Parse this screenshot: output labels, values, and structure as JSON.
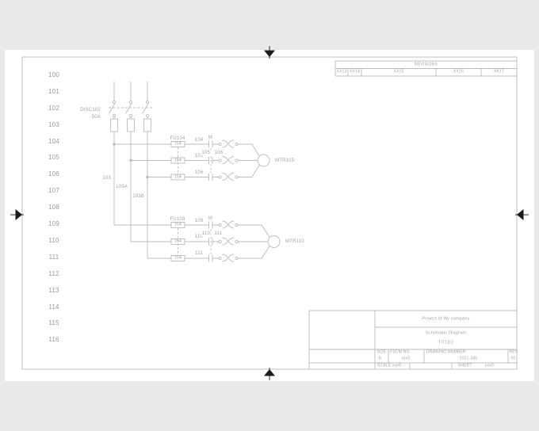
{
  "colors": {
    "canvas_bg": "#e9e9e9",
    "sheet_bg": "#ffffff",
    "line": "#bcbcbc",
    "text": "#a2a2a2",
    "center_mark": "#1c1c1c"
  },
  "rows": [
    "100",
    "101",
    "102",
    "103",
    "104",
    "105",
    "106",
    "107",
    "108",
    "109",
    "110",
    "111",
    "112",
    "113",
    "114",
    "115",
    "116"
  ],
  "revisions": {
    "title": "REVISIONS",
    "cells": [
      "XX13",
      "XX14",
      "XX15",
      "XX16",
      "XX17"
    ]
  },
  "schematic": {
    "disconnect": {
      "name": "DISC102",
      "rating": "50A"
    },
    "feeder_wires": [
      "103",
      "103A",
      "103B"
    ],
    "motor1": {
      "fuse_group": "FU104",
      "fuse_ratings": [
        "15A",
        "15A",
        "15A"
      ],
      "wire_numbers": [
        "104",
        "105",
        "106"
      ],
      "contactor": "M",
      "cross_ref": [
        "105",
        "106"
      ],
      "motor": "MTR105"
    },
    "motor2": {
      "fuse_group": "FU109",
      "fuse_ratings": [
        "15A",
        "15A",
        "15A"
      ],
      "wire_numbers": [
        "109",
        "110",
        "111"
      ],
      "contactor": "M",
      "cross_ref": [
        "110",
        "111"
      ],
      "motor": "MTR110"
    }
  },
  "title_block": {
    "project": "Project of My company",
    "doc_type": "Schematic Diagram",
    "title": "TITLE2",
    "size_label": "SIZE",
    "size_value": "B",
    "fscm_label": "FSCM NO",
    "fscm_value": "xxx5",
    "drawing_number_label": "DRAWING NUMBER",
    "drawing_number_value": "2021-345",
    "rev_label": "REV",
    "rev_value": "00",
    "scale_label": "SCALE",
    "scale_value": "xxx8",
    "sheet_label": "SHEET",
    "sheet_value": "xxx9"
  }
}
